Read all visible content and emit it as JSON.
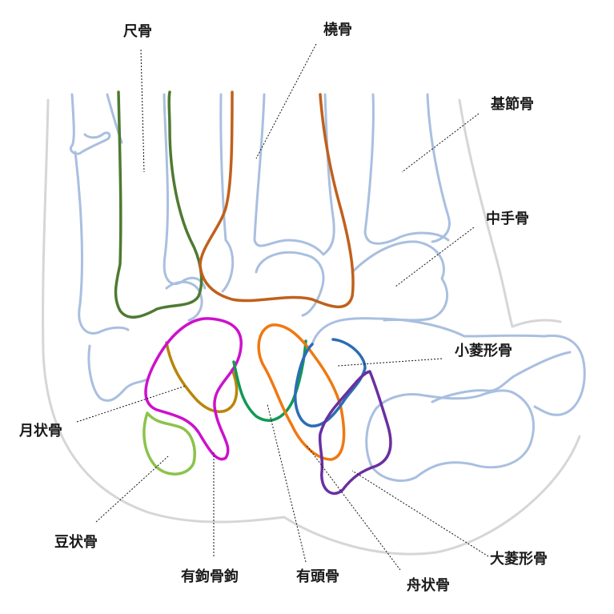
{
  "labels": {
    "ulna": "尺骨",
    "radius": "橈骨",
    "proximal_phalanx": "基節骨",
    "metacarpal": "中手骨",
    "trapezoid": "小菱形骨",
    "lunate": "月状骨",
    "pisiform": "豆状骨",
    "hamate_hook": "有鉤骨鉤",
    "capitate": "有頭骨",
    "scaphoid": "舟状骨",
    "trapezium": "大菱形骨"
  },
  "colors": {
    "skin_outline": "#d6d6d6",
    "bone_outline": "#a9bfe0",
    "ulna": "#4e7a32",
    "radius": "#c0601c",
    "lunate": "#b8860b",
    "pisiform": "#8bc34a",
    "hamate": "#cc11cc",
    "capitate_green": "#119955",
    "capitate": "#f07810",
    "trapezoid": "#2a6db5",
    "scaphoid": "#6a2fa0"
  }
}
